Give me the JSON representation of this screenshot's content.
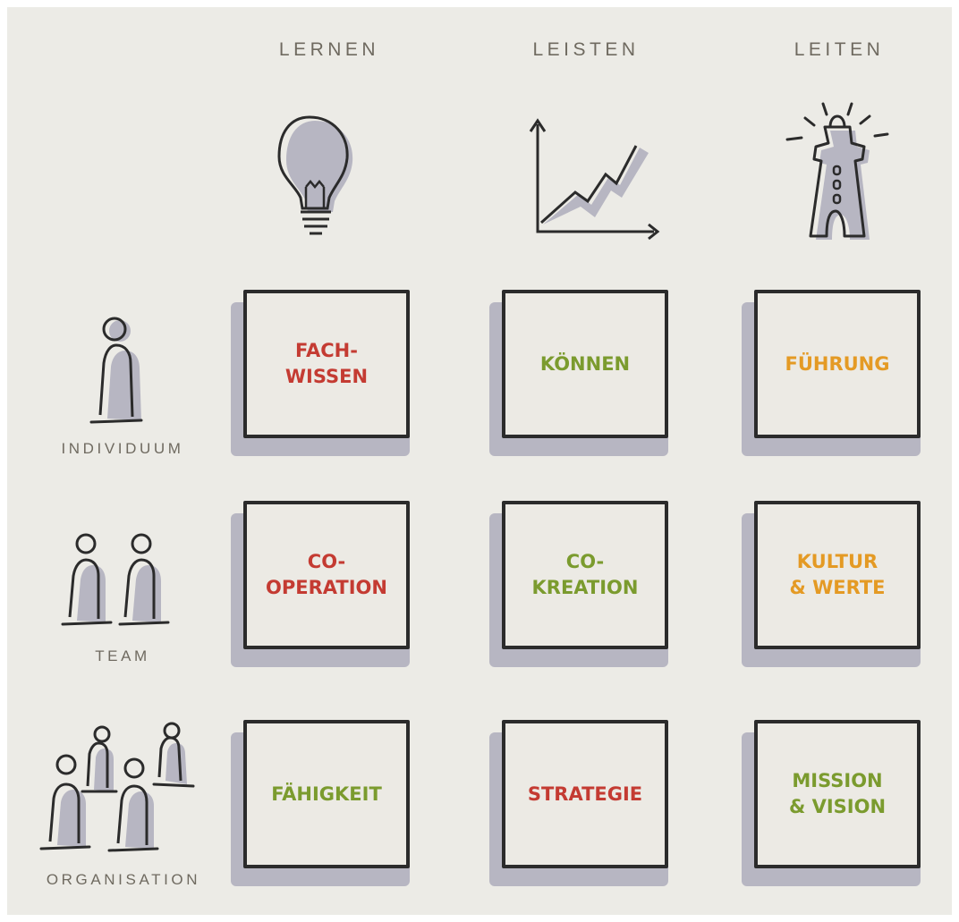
{
  "columns": [
    {
      "label": "LERNEN",
      "icon": "lightbulb-icon"
    },
    {
      "label": "LEISTEN",
      "icon": "growth-chart-icon"
    },
    {
      "label": "LEITEN",
      "icon": "lighthouse-icon"
    }
  ],
  "rows": [
    {
      "label": "INDIVIDUUM",
      "icon": "person-icon"
    },
    {
      "label": "TEAM",
      "icon": "team-icon"
    },
    {
      "label": "ORGANISATION",
      "icon": "organisation-icon"
    }
  ],
  "cells": [
    [
      {
        "label": "FACH-\nWISSEN",
        "color": "#c43b32"
      },
      {
        "label": "KÖNNEN",
        "color": "#7b9b2e"
      },
      {
        "label": "FÜHRUNG",
        "color": "#e49a24"
      }
    ],
    [
      {
        "label": "CO-\nOPERATION",
        "color": "#c43b32"
      },
      {
        "label": "CO-\nKREATION",
        "color": "#7b9b2e"
      },
      {
        "label": "KULTUR\n& WERTE",
        "color": "#e49a24"
      }
    ],
    [
      {
        "label": "FÄHIGKEIT",
        "color": "#7b9b2e"
      },
      {
        "label": "STRATEGIE",
        "color": "#c43b32"
      },
      {
        "label": "MISSION\n& VISION",
        "color": "#7b9b2e"
      }
    ]
  ],
  "colors": {
    "background": "#ecebe6",
    "label_text": "#6f6a60",
    "shadow": "#b7b6c2"
  }
}
